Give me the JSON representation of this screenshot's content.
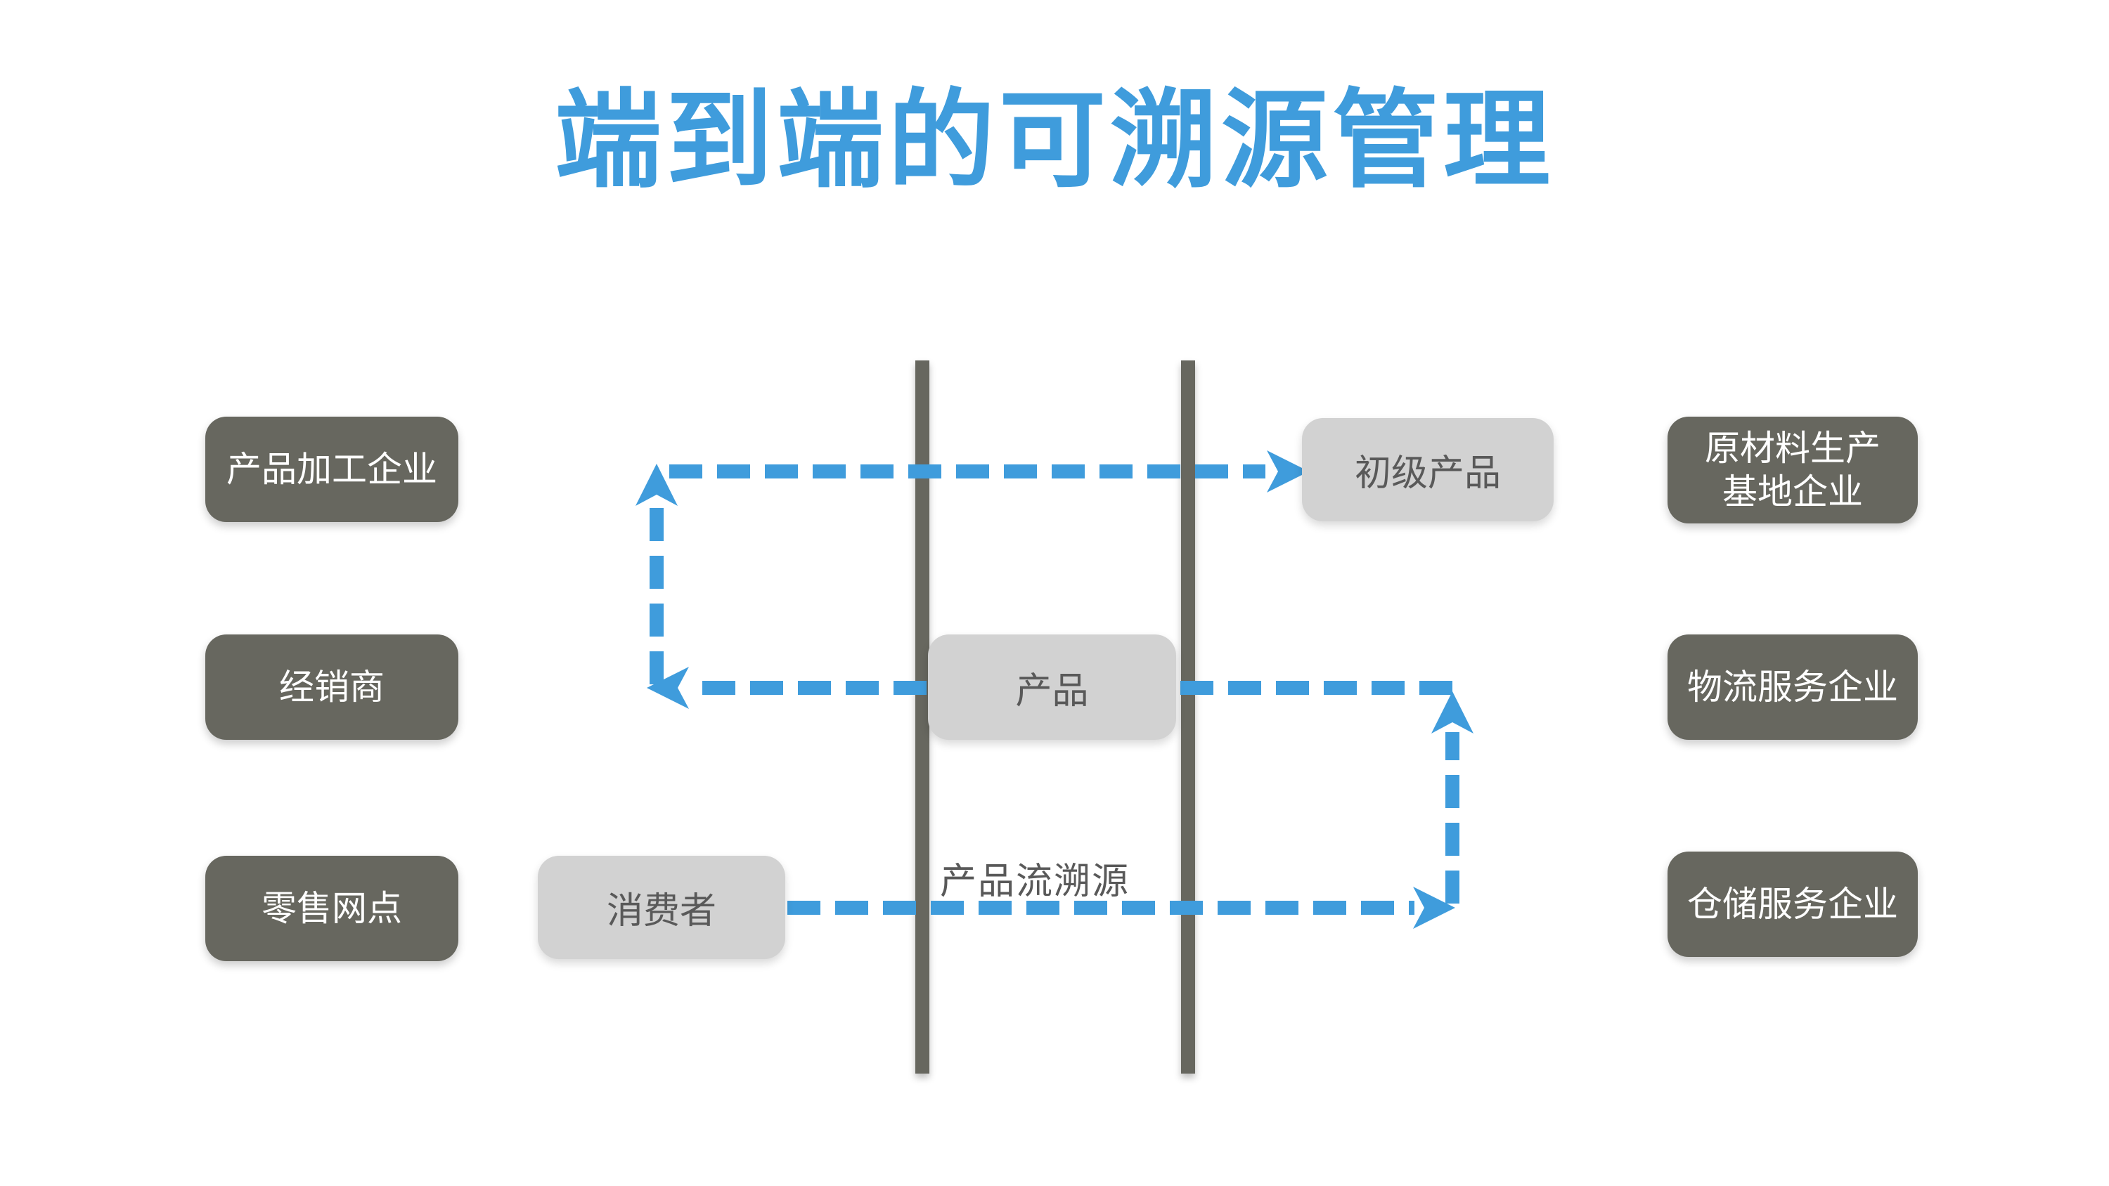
{
  "title": "端到端的可溯源管理",
  "left_column": [
    {
      "label": "产品加工企业"
    },
    {
      "label": "经销商"
    },
    {
      "label": "零售网点"
    }
  ],
  "right_column": [
    {
      "label": "原材料生产基地企业"
    },
    {
      "label": "物流服务企业"
    },
    {
      "label": "仓储服务企业"
    }
  ],
  "process_nodes": [
    {
      "label": "初级产品"
    },
    {
      "label": "产品"
    },
    {
      "label": "消费者"
    }
  ],
  "flow_label": "产品流溯源",
  "colors": {
    "title_blue": "#3F9CDC",
    "arrow_blue": "#3F9CDC",
    "dark_gray": "#67675F",
    "light_gray": "#D2D2D2",
    "text_dark": "#595959",
    "background": "#FFFFFF",
    "box_text_white": "#FFFFFF"
  }
}
